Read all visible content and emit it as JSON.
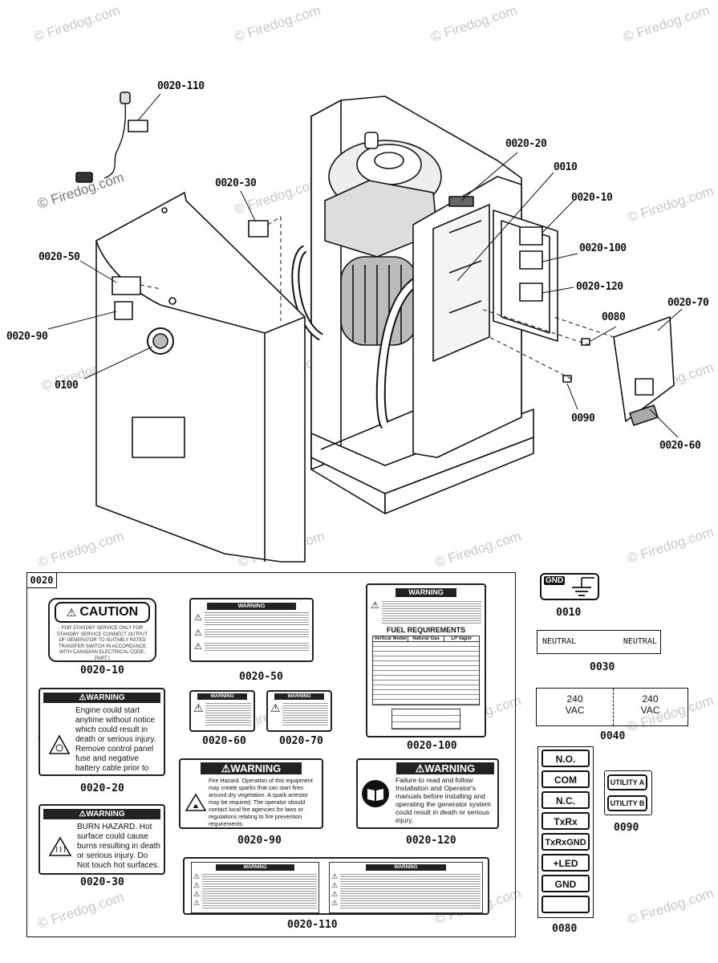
{
  "watermark": "© Firedog.com",
  "diagram_callouts": {
    "c0020_110": "0020-110",
    "c0020_30": "0020-30",
    "c0020_20": "0020-20",
    "c0010": "0010",
    "c0020_10": "0020-10",
    "c0020_100": "0020-100",
    "c0020_120": "0020-120",
    "c0020_50": "0020-50",
    "c0020_90": "0020-90",
    "c0100": "0100",
    "c0080": "0080",
    "c0020_70": "0020-70",
    "c0090": "0090",
    "c0020_60": "0020-60"
  },
  "kit": {
    "box_label": "0020",
    "caution": {
      "title": "CAUTION",
      "text": "FOR STANDBY SERVICE ONLY FOR STANDBY SERVICE CONNECT OUTPUT OF GENERATOR TO SUITABLY RATED TRANSFER SWITCH IN ACCORDANCE WITH CANADIAN ELECTRICAL CODE, PART I",
      "caption": "0020-10"
    },
    "w20": {
      "title": "WARNING",
      "text": "Engine could start anytime without notice which could result in death or serious injury. Remove control panel fuse and negative battery cable prior to servicing.",
      "caption": "0020-20"
    },
    "w30": {
      "title": "WARNING",
      "text": "BURN HAZARD. Hot surface could cause burns resulting in death or serious injury. Do Not touch hot surfaces.",
      "caption": "0020-30"
    },
    "w50": {
      "title": "WARNING",
      "caption": "0020-50"
    },
    "w60": {
      "title": "WARNING",
      "caption": "0020-60"
    },
    "w70": {
      "title": "WARNING",
      "caption": "0020-70"
    },
    "w90": {
      "title": "WARNING",
      "text": "Fire Hazard. Operation of this equipment may create sparks that can start fires around dry vegetation. A spark arrestor may be required. The operator should contact local fire agencies for laws or regulations relating to fire prevention requirements.",
      "caption": "0020-90"
    },
    "w100": {
      "title": "WARNING",
      "fuel_title": "FUEL REQUIREMENTS",
      "table_headers": [
        "Vertical Model",
        "Natural Gas",
        "LP Vapor"
      ],
      "caption": "0020-100"
    },
    "w110": {
      "title_left": "WARNING",
      "title_right": "WARNING",
      "caption": "0020-110"
    },
    "w120": {
      "title": "WARNING",
      "text": "Failure to read and follow Installation and Operator's manuals before installing and operating the generator system could result in death or serious injury.",
      "caption": "0020-120"
    }
  },
  "side_labels": {
    "gnd": {
      "text": "GND",
      "caption": "0010"
    },
    "neutral": {
      "left": "NEUTRAL",
      "right": "NEUTRAL",
      "caption": "0030"
    },
    "vac": {
      "left_top": "240",
      "left_bottom": "VAC",
      "right_top": "240",
      "right_bottom": "VAC",
      "caption": "0040"
    },
    "terminals": {
      "items": [
        "N.O.",
        "COM",
        "N.C.",
        "TxRx",
        "TxRxGND",
        "+LED",
        "GND"
      ],
      "caption": "0080"
    },
    "utility": {
      "a": "UTILITY A",
      "b": "UTILITY B",
      "caption": "0090"
    }
  }
}
